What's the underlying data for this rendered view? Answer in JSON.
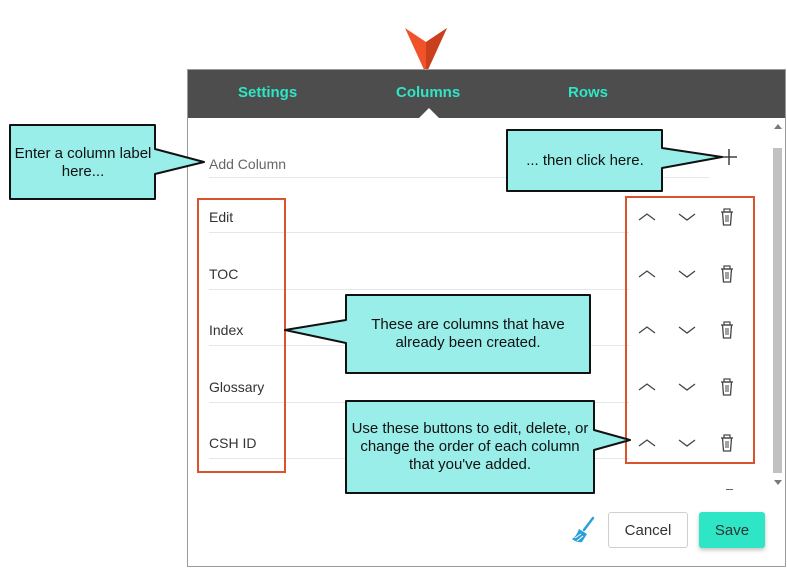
{
  "tabs": [
    {
      "label": "Settings"
    },
    {
      "label": "Columns"
    },
    {
      "label": "Rows"
    }
  ],
  "add_column": {
    "placeholder": "Add Column"
  },
  "columns": [
    {
      "label": "Edit"
    },
    {
      "label": "TOC"
    },
    {
      "label": "Index"
    },
    {
      "label": "Glossary"
    },
    {
      "label": "CSH ID"
    }
  ],
  "row_action_icons": [
    "chevron-up-icon",
    "chevron-down-icon",
    "trash-icon"
  ],
  "footer": {
    "cancel_label": "Cancel",
    "save_label": "Save"
  },
  "callouts": {
    "enter_label": "Enter a column label here...",
    "click_here": "... then click here.",
    "existing_columns": "These are columns that have already been created.",
    "buttons_hint": "Use these buttons to edit, delete, or change the order of each column that you've added."
  },
  "colors": {
    "accent": "#2ee6c6",
    "tabbar": "#4d4d4d",
    "callout_fill": "#99eeea",
    "highlight": "#d9532c",
    "pointer": "#f0522a"
  }
}
